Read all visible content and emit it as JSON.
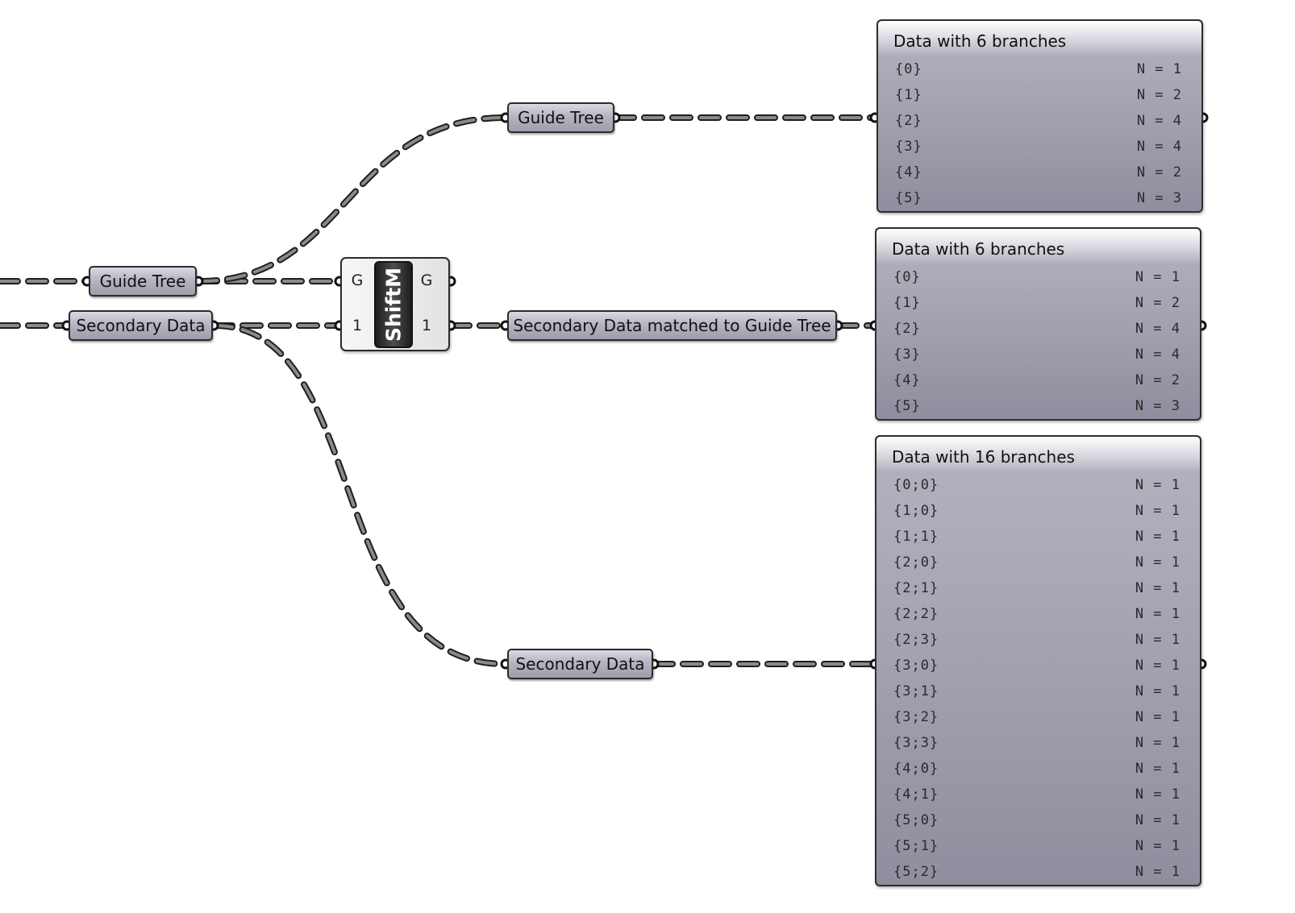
{
  "params": {
    "guide_tree_left": "Guide Tree",
    "secondary_data_left": "Secondary Data",
    "guide_tree_mid": "Guide Tree",
    "matched": "Secondary Data matched to Guide Tree",
    "secondary_data_mid": "Secondary Data"
  },
  "component": {
    "name": "ShiftM",
    "input_g": "G",
    "input_1": "1",
    "output_g": "G",
    "output_1": "1"
  },
  "panels": [
    {
      "title": "Data with 6 branches",
      "rows": [
        {
          "path": "{0}",
          "count": "N = 1"
        },
        {
          "path": "{1}",
          "count": "N = 2"
        },
        {
          "path": "{2}",
          "count": "N = 4"
        },
        {
          "path": "{3}",
          "count": "N = 4"
        },
        {
          "path": "{4}",
          "count": "N = 2"
        },
        {
          "path": "{5}",
          "count": "N = 3"
        }
      ]
    },
    {
      "title": "Data with 6 branches",
      "rows": [
        {
          "path": "{0}",
          "count": "N = 1"
        },
        {
          "path": "{1}",
          "count": "N = 2"
        },
        {
          "path": "{2}",
          "count": "N = 4"
        },
        {
          "path": "{3}",
          "count": "N = 4"
        },
        {
          "path": "{4}",
          "count": "N = 2"
        },
        {
          "path": "{5}",
          "count": "N = 3"
        }
      ]
    },
    {
      "title": "Data with 16 branches",
      "rows": [
        {
          "path": "{0;0}",
          "count": "N = 1"
        },
        {
          "path": "{1;0}",
          "count": "N = 1"
        },
        {
          "path": "{1;1}",
          "count": "N = 1"
        },
        {
          "path": "{2;0}",
          "count": "N = 1"
        },
        {
          "path": "{2;1}",
          "count": "N = 1"
        },
        {
          "path": "{2;2}",
          "count": "N = 1"
        },
        {
          "path": "{2;3}",
          "count": "N = 1"
        },
        {
          "path": "{3;0}",
          "count": "N = 1"
        },
        {
          "path": "{3;1}",
          "count": "N = 1"
        },
        {
          "path": "{3;2}",
          "count": "N = 1"
        },
        {
          "path": "{3;3}",
          "count": "N = 1"
        },
        {
          "path": "{4;0}",
          "count": "N = 1"
        },
        {
          "path": "{4;1}",
          "count": "N = 1"
        },
        {
          "path": "{5;0}",
          "count": "N = 1"
        },
        {
          "path": "{5;1}",
          "count": "N = 1"
        },
        {
          "path": "{5;2}",
          "count": "N = 1"
        }
      ]
    }
  ]
}
